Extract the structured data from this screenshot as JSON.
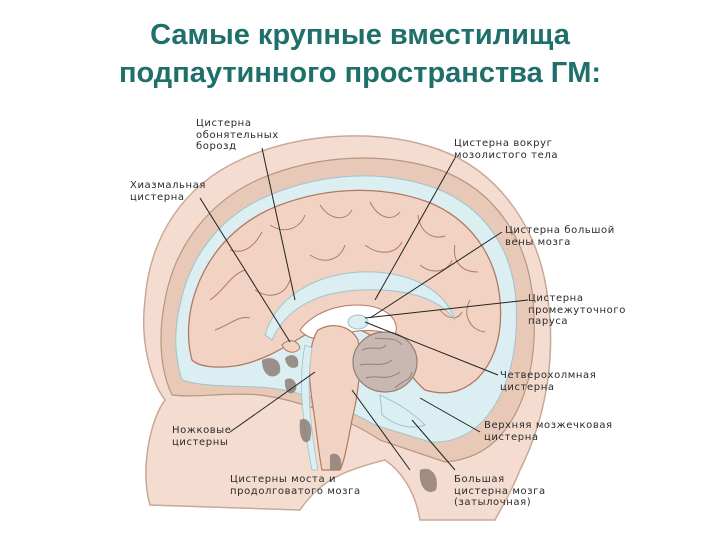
{
  "title": {
    "line1": "Самые крупные вместилища",
    "line2": "подпаутинного пространства ГМ:"
  },
  "labels": {
    "olfactory": "Цистерна\nобонятельных\nборозд",
    "chiasmatic": "Хиазмальная\nцистерна",
    "callosal": "Цистерна  вокруг\nмозолистого тела",
    "great_vein": "Цистерна большой\nвены мозга",
    "velum": "Цистерна\nпромежуточного\nпаруса",
    "quadrigeminal": "Четверохолмная\nцистерна",
    "peduncular": "Ножковые\nцистерны",
    "sup_cerebellar": "Верхняя мозжечковая\nцистерна",
    "pontine": "Цистерны моста и\nпродолговатого мозга",
    "magna": "Большая\nцистерна мозга\n(затылочная)"
  },
  "colors": {
    "title": "#1f6f6a",
    "skin": "#f4ddd0",
    "bone": "#e8c9b8",
    "csf": "#dbeef2",
    "brain": "#f2d3c3",
    "gyri_line": "#b07a63",
    "cerebellum": "#c9b8b2",
    "dark_fill": "#8f7f78"
  }
}
